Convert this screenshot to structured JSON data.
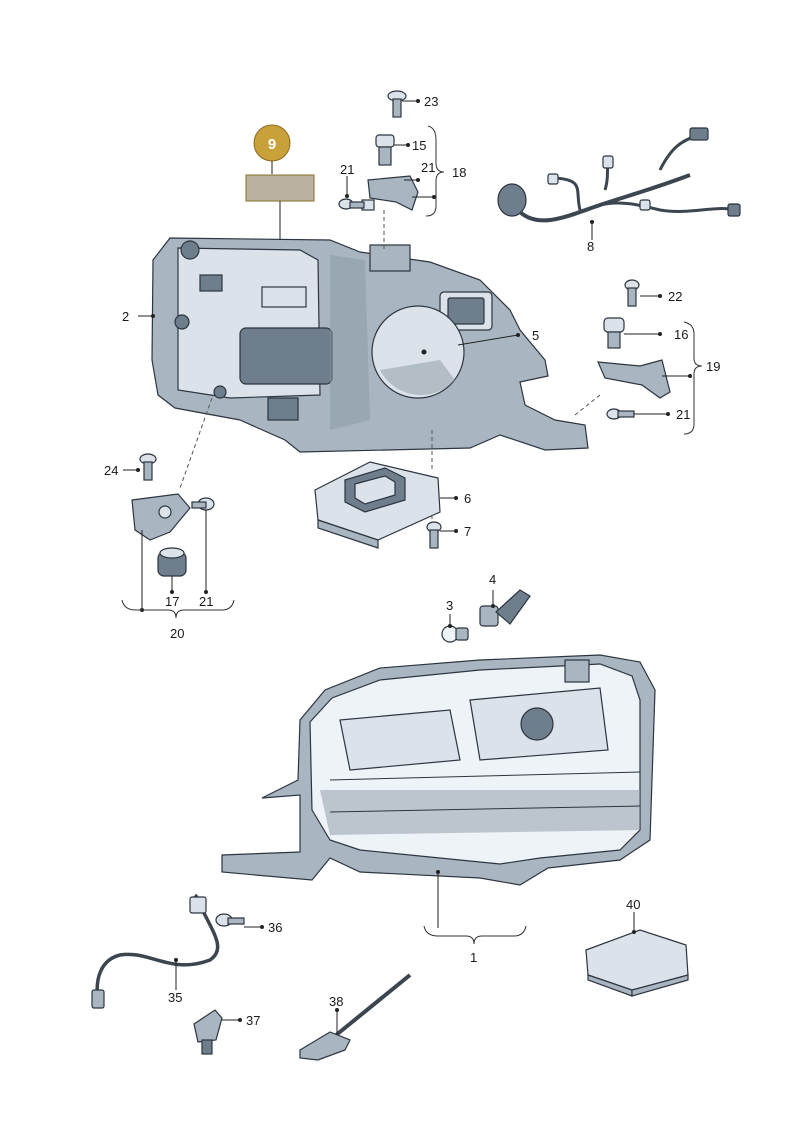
{
  "callouts": {
    "c1": "1",
    "c2": "2",
    "c3": "3",
    "c4": "4",
    "c5": "5",
    "c6": "6",
    "c7": "7",
    "c8": "8",
    "c9": "9",
    "c15": "15",
    "c16": "16",
    "c17": "17",
    "c18": "18",
    "c19": "19",
    "c20": "20",
    "c21a": "21",
    "c21b": "21",
    "c21c": "21",
    "c21d": "21",
    "c22": "22",
    "c23": "23",
    "c24": "24",
    "c35": "35",
    "c36": "36",
    "c37": "37",
    "c38": "38",
    "c40": "40"
  },
  "colors": {
    "badge": "#c9a13a",
    "label_plate": "#b9b2a0"
  }
}
